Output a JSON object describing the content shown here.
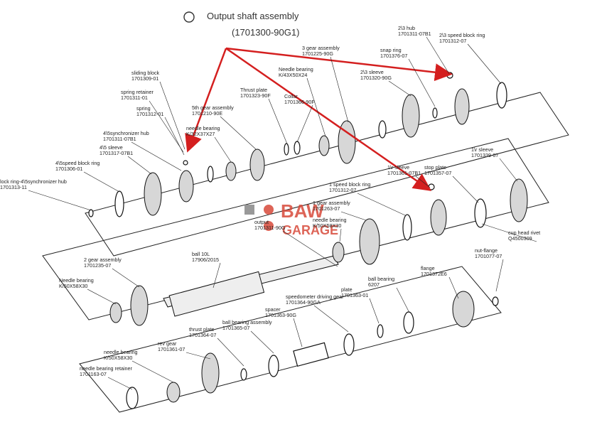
{
  "diagram": {
    "title": "Output shaft assembly",
    "part_no": "(1701300-90G1)",
    "arrow_color": "#d41f1f",
    "watermark": {
      "line1": "BAW",
      "line2": "GARAGE",
      "color": "#d84a3a"
    },
    "labels": [
      {
        "id": "sliding-block",
        "name": "sliding block",
        "code": "1701309-01"
      },
      {
        "id": "spring-retainer",
        "name": "spring retainer",
        "code": "1701311-01"
      },
      {
        "id": "spring",
        "name": "spring",
        "code": "1701312-01"
      },
      {
        "id": "synchronizer-hub-45",
        "name": "4\\5synchronizer hub",
        "code": "1701311-07B1"
      },
      {
        "id": "sleeve-45",
        "name": "4\\5 sleeve",
        "code": "1701317-07B1"
      },
      {
        "id": "speed-block-ring-45",
        "name": "4\\5speed block ring",
        "code": "1701306-01"
      },
      {
        "id": "lock-ring-45",
        "name": "lock ring-4\\5synchronizer hub",
        "code": "1701313-11"
      },
      {
        "id": "fifth-gear-assembly",
        "name": "5th gear assembly",
        "code": "1701210-90E"
      },
      {
        "id": "needle-bearing-1",
        "name": "needle bearing",
        "code": "K/32X37X27"
      },
      {
        "id": "thrust-plate-1",
        "name": "Thrust plate",
        "code": "1701323-90F"
      },
      {
        "id": "needle-bearing-2",
        "name": "Needle bearing",
        "code": "K/43X50X24"
      },
      {
        "id": "collar",
        "name": "Collar",
        "code": "1701366-90F"
      },
      {
        "id": "third-gear-assembly",
        "name": "3 gear assembly",
        "code": "1701225-90G"
      },
      {
        "id": "snap-ring",
        "name": "snap ring",
        "code": "1701376-07"
      },
      {
        "id": "sleeve-23",
        "name": "2\\3 sleeve",
        "code": "1701320-90G"
      },
      {
        "id": "hub-23",
        "name": "2\\3 hub",
        "code": "1701311-07B1"
      },
      {
        "id": "speed-block-ring-23",
        "name": "2\\3 speed block ring",
        "code": "1701312-07"
      },
      {
        "id": "sleeve-1r",
        "name": "1\\r sleeve",
        "code": "1701361-07B1"
      },
      {
        "id": "stop-plate",
        "name": "stop plate",
        "code": "1701357-07"
      },
      {
        "id": "sleeve-1r-b",
        "name": "1\\r sleeve",
        "code": "1701339-07"
      },
      {
        "id": "first-speed-block-ring",
        "name": "1 speed block ring",
        "code": "1701312-07"
      },
      {
        "id": "first-gear-assembly",
        "name": "1 gear assembly",
        "code": "1701263-07"
      },
      {
        "id": "needle-bearing-3",
        "name": "needle bearing",
        "code": "K/50X58X30"
      },
      {
        "id": "output-shaft",
        "name": "output",
        "code": "1701311-90G"
      },
      {
        "id": "ball",
        "name": "ball 10L",
        "code": "17906/2015"
      },
      {
        "id": "cup-head-rivet",
        "name": "cup head rivet",
        "code": "Q4500309"
      },
      {
        "id": "nut-flange",
        "name": "nut-flange",
        "code": "1701077-07"
      },
      {
        "id": "flange",
        "name": "flange",
        "code": "1701372E6"
      },
      {
        "id": "second-gear-assembly",
        "name": "2 gear assembly",
        "code": "1701235-07"
      },
      {
        "id": "needle-bearing-4",
        "name": "Needle bearing",
        "code": "K/50X58X30"
      },
      {
        "id": "plate",
        "name": "plate",
        "code": "1701363-01"
      },
      {
        "id": "ball-bearing-1",
        "name": "ball bearing",
        "code": "6207"
      },
      {
        "id": "speedometer-gear",
        "name": "speedometer driving gear",
        "code": "1701364-90GA"
      },
      {
        "id": "ball-bearing-2",
        "name": "ball bearing assembly",
        "code": "1701365-07"
      },
      {
        "id": "spacer",
        "name": "spacer",
        "code": "1701363-90G"
      },
      {
        "id": "thrust-plate-2",
        "name": "thrust plate",
        "code": "1701364-07"
      },
      {
        "id": "rev-gear",
        "name": "rev gear",
        "code": "1701361-07"
      },
      {
        "id": "needle-bearing-5",
        "name": "needle bearing",
        "code": "K/50X58X30"
      },
      {
        "id": "needle-bearing-retainer",
        "name": "needle bearing retainer",
        "code": "1701163-07"
      }
    ]
  }
}
